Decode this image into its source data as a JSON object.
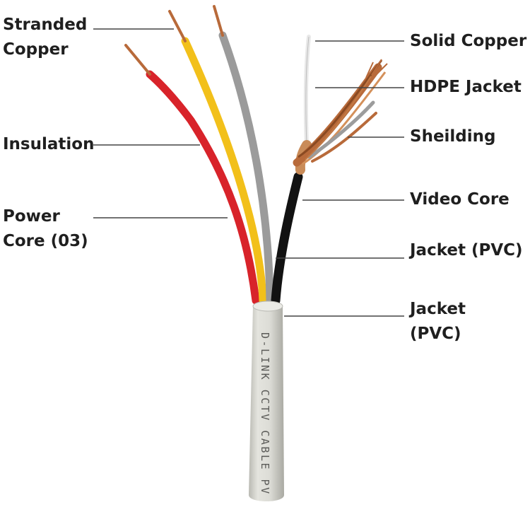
{
  "labels": {
    "stranded_copper_1": "Stranded",
    "stranded_copper_2": "Copper",
    "insulation": "Insulation",
    "power_core_1": "Power",
    "power_core_2": "Core (03)",
    "solid_copper": "Solid Copper",
    "hdpe_jacket": "HDPE Jacket",
    "shielding": "Sheilding",
    "video_core": "Video Core",
    "jacket_pvc_inner": "Jacket (PVC)",
    "jacket_pvc_outer_1": "Jacket",
    "jacket_pvc_outer_2": "(PVC)"
  },
  "cable_print": "D-LINK CCTV CABLE PV",
  "colors": {
    "red_core": "#d8232a",
    "yellow_core": "#f2c01a",
    "gray_core": "#9b9b9b",
    "black_core": "#121212",
    "copper": "#b86a3a",
    "outer_jacket": "#dcdcd6",
    "leader_line": "#444444"
  }
}
